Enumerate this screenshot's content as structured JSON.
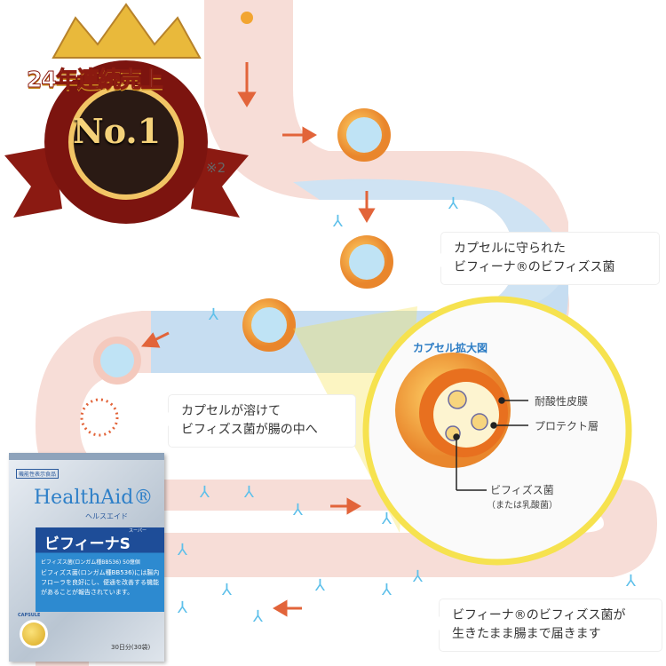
{
  "badge": {
    "headline": "24年連続売上",
    "rank": "No.1",
    "note": "※2"
  },
  "callouts": {
    "capsule_protected": [
      "カプセルに守られた",
      "ビフィーナ®のビフィズス菌"
    ],
    "capsule_dissolves": [
      "カプセルが溶けて",
      "ビフィズス菌が腸の中へ"
    ],
    "reach_intestine": [
      "ビフィーナ®のビフィズス菌が",
      "生きたまま腸まで届きます"
    ]
  },
  "zoom_panel": {
    "title": "カプセル拡大図",
    "layer_outer": "耐酸性皮膜",
    "layer_inner": "プロテクト層",
    "core": "ビフィズス菌",
    "core_note": "（または乳酸菌）"
  },
  "package": {
    "category": "機能性表示食品",
    "brand": "HealthAid®",
    "brand_jp": "ヘルスエイド",
    "product": "ビフィーナS",
    "product_ruby": "スーパー",
    "subtitle": "ビフィズス菌(ロンガム種BB536) 50億個",
    "description": "ビフィズス菌(ロンガム種BB536)には腸内フローラを良好にし、便通を改善する機能があることが報告されています。",
    "capsule_label": "CAPSULE",
    "count": "30日分(30袋)"
  },
  "colors": {
    "stomach_pink": "#f7ddd7",
    "stomach_blue": "#cfe3f3",
    "arrow": "#e2643a",
    "ring": "#f6e24f"
  }
}
